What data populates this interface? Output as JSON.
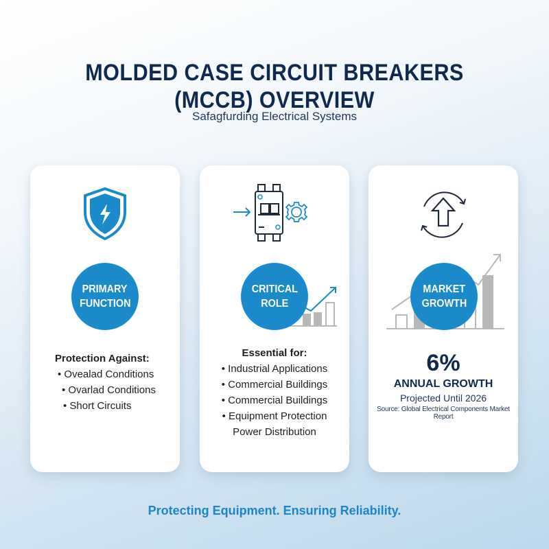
{
  "header": {
    "title_line1": "MOLDED CASE CIRCUIT BREAKERS",
    "title_line2": "(MCCB) OVERVIEW",
    "subtitle": "Safagfurding Electrical Systems"
  },
  "colors": {
    "accent": "#1a8acb",
    "title": "#0f2a4d",
    "footer": "#1a85c8",
    "chart_bars": "#b8b8b8"
  },
  "cards": [
    {
      "icon": "shield-lightning-icon",
      "badge_line1": "PRIMARY",
      "badge_line2": "FUNCTION",
      "heading": "Protection Against:",
      "items": [
        "• Ovealad Conditions",
        "• Ovarlad Conditions",
        "• Short Circuits"
      ]
    },
    {
      "icon": "circuit-breaker-gear-icon",
      "badge_line1": "CRITICAL",
      "badge_line2": "ROLE",
      "heading": "Essential for:",
      "items": [
        "• Industrial Applications",
        "• Commercial Buildings",
        "• Commercial Buildings",
        "• Equipment Protection",
        "Power Distribution"
      ]
    },
    {
      "icon": "cycle-arrow-up-icon",
      "badge_line1": "MARKET",
      "badge_line2": "GROWTH",
      "stat_value": "6%",
      "stat_label": "ANNUAL GROWTH",
      "stat_sub": "Projected Until 2026",
      "stat_source": "Source: Global Electrical Components Market Report"
    }
  ],
  "footer": {
    "tagline": "Protecting Equipment. Ensuring Reliability."
  }
}
